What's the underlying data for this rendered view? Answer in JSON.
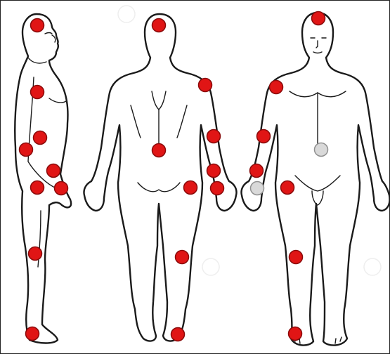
{
  "colors": {
    "point_active": "#e01515",
    "point_active_stroke": "#8a0a0a",
    "point_inactive": "#d9d9d9",
    "point_inactive_stroke": "#909090"
  },
  "figures": [
    {
      "id": "side-view"
    },
    {
      "id": "back-view"
    },
    {
      "id": "front-view"
    }
  ],
  "points": [
    {
      "name": "side-head-point",
      "state": "active"
    },
    {
      "name": "side-shoulder-point",
      "state": "active"
    },
    {
      "name": "side-elbow-point",
      "state": "active"
    },
    {
      "name": "side-lower-back-point",
      "state": "active"
    },
    {
      "name": "side-forearm-point",
      "state": "active"
    },
    {
      "name": "side-hip-point",
      "state": "active"
    },
    {
      "name": "side-wrist-point",
      "state": "active"
    },
    {
      "name": "side-knee-point",
      "state": "active"
    },
    {
      "name": "side-ankle-point",
      "state": "active"
    },
    {
      "name": "back-head-point",
      "state": "active"
    },
    {
      "name": "back-shoulder-point",
      "state": "active"
    },
    {
      "name": "back-elbow-point",
      "state": "active"
    },
    {
      "name": "back-lower-back-point",
      "state": "active"
    },
    {
      "name": "back-forearm-point",
      "state": "active"
    },
    {
      "name": "back-hip-point",
      "state": "active"
    },
    {
      "name": "back-wrist-point",
      "state": "active"
    },
    {
      "name": "back-knee-point",
      "state": "active"
    },
    {
      "name": "back-heel-point",
      "state": "active"
    },
    {
      "name": "front-head-point",
      "state": "active"
    },
    {
      "name": "front-shoulder-point",
      "state": "active"
    },
    {
      "name": "front-elbow-point",
      "state": "active"
    },
    {
      "name": "front-abdomen-point",
      "state": "inactive"
    },
    {
      "name": "front-forearm-point",
      "state": "active"
    },
    {
      "name": "front-hand-point",
      "state": "inactive"
    },
    {
      "name": "front-hip-point",
      "state": "active"
    },
    {
      "name": "front-knee-point",
      "state": "active"
    },
    {
      "name": "front-ankle-point",
      "state": "active"
    }
  ]
}
